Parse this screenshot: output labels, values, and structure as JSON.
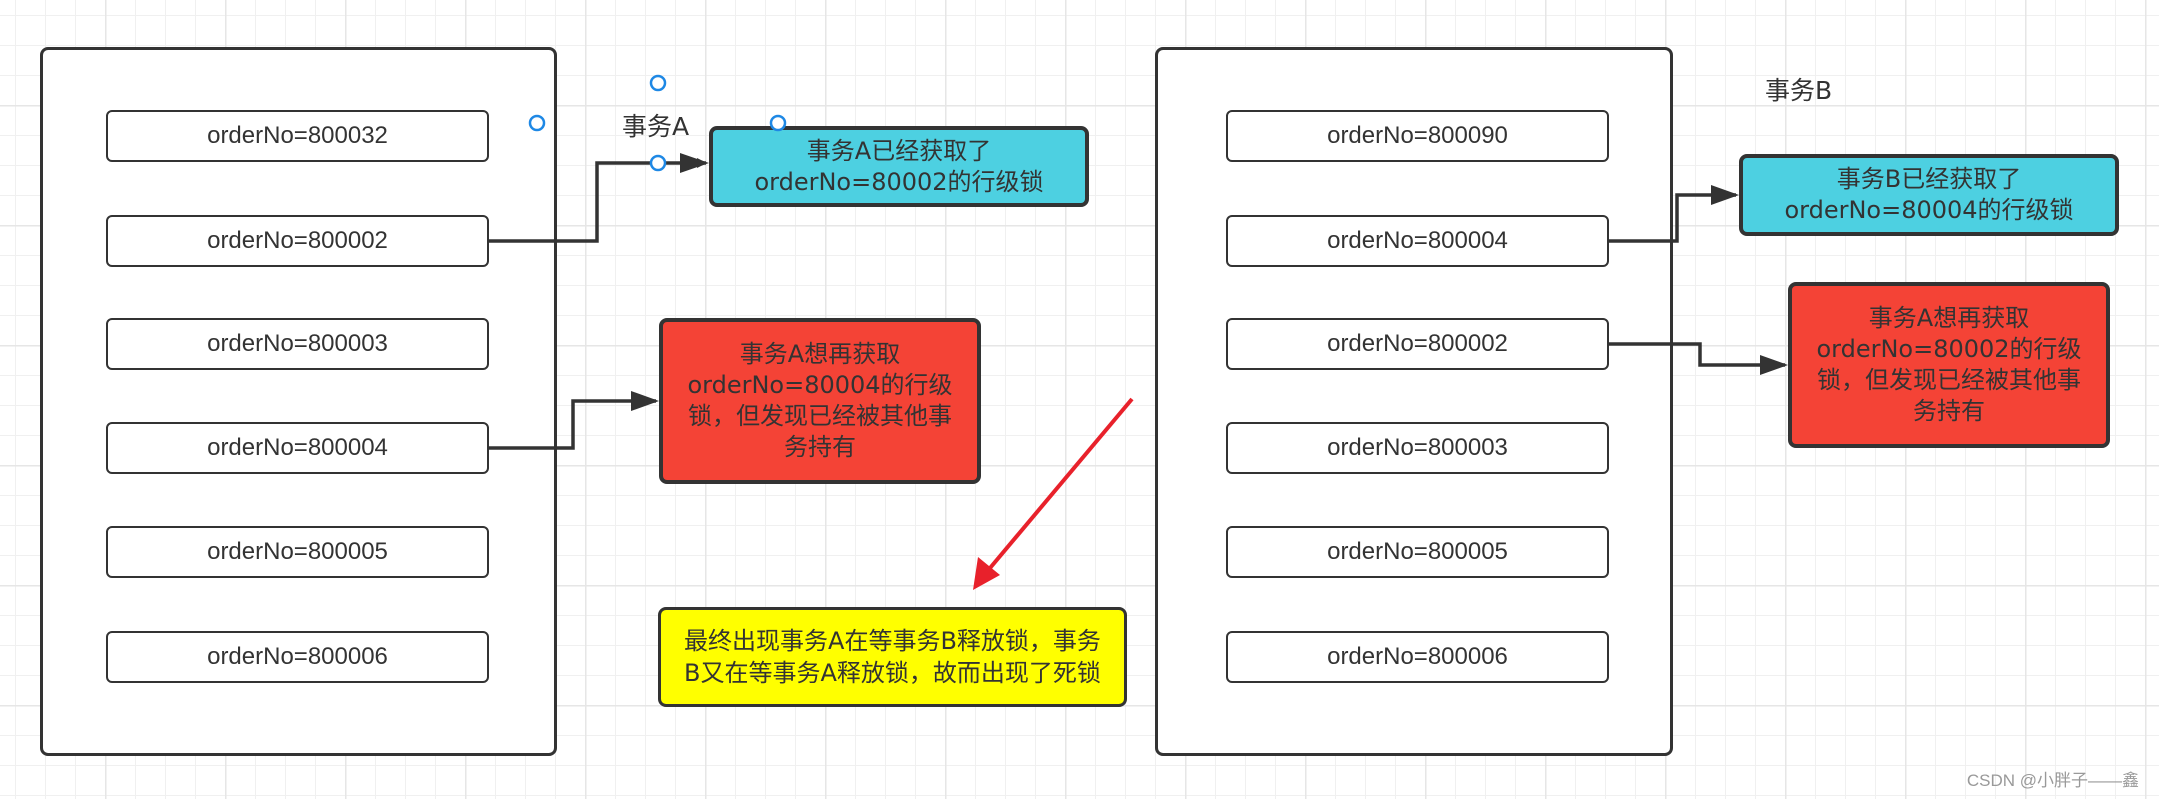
{
  "transaction_a": {
    "label": "事务A",
    "rows": [
      "orderNo=800032",
      "orderNo=800002",
      "orderNo=800003",
      "orderNo=800004",
      "orderNo=800005",
      "orderNo=800006"
    ],
    "acquired_note": "事务A已经获取了orderNo=80002的行级锁",
    "blocked_note": "事务A想再获取orderNo=80004的行级锁，但发现已经被其他事务持有"
  },
  "transaction_b": {
    "label": "事务B",
    "rows": [
      "orderNo=800090",
      "orderNo=800004",
      "orderNo=800002",
      "orderNo=800003",
      "orderNo=800005",
      "orderNo=800006"
    ],
    "acquired_note": "事务B已经获取了orderNo=80004的行级锁",
    "blocked_note": "事务A想再获取orderNo=80002的行级锁，但发现已经被其他事务持有"
  },
  "conclusion": "最终出现事务A在等事务B释放锁，事务B又在等事务A释放锁，故而出现了死锁",
  "watermark": "CSDN @小胖子——鑫",
  "colors": {
    "acquired": "#4dd0e1",
    "blocked": "#f44336",
    "conclusion": "#ffff00",
    "arrow_red": "#e8212b",
    "handle": "#1e88e5"
  }
}
